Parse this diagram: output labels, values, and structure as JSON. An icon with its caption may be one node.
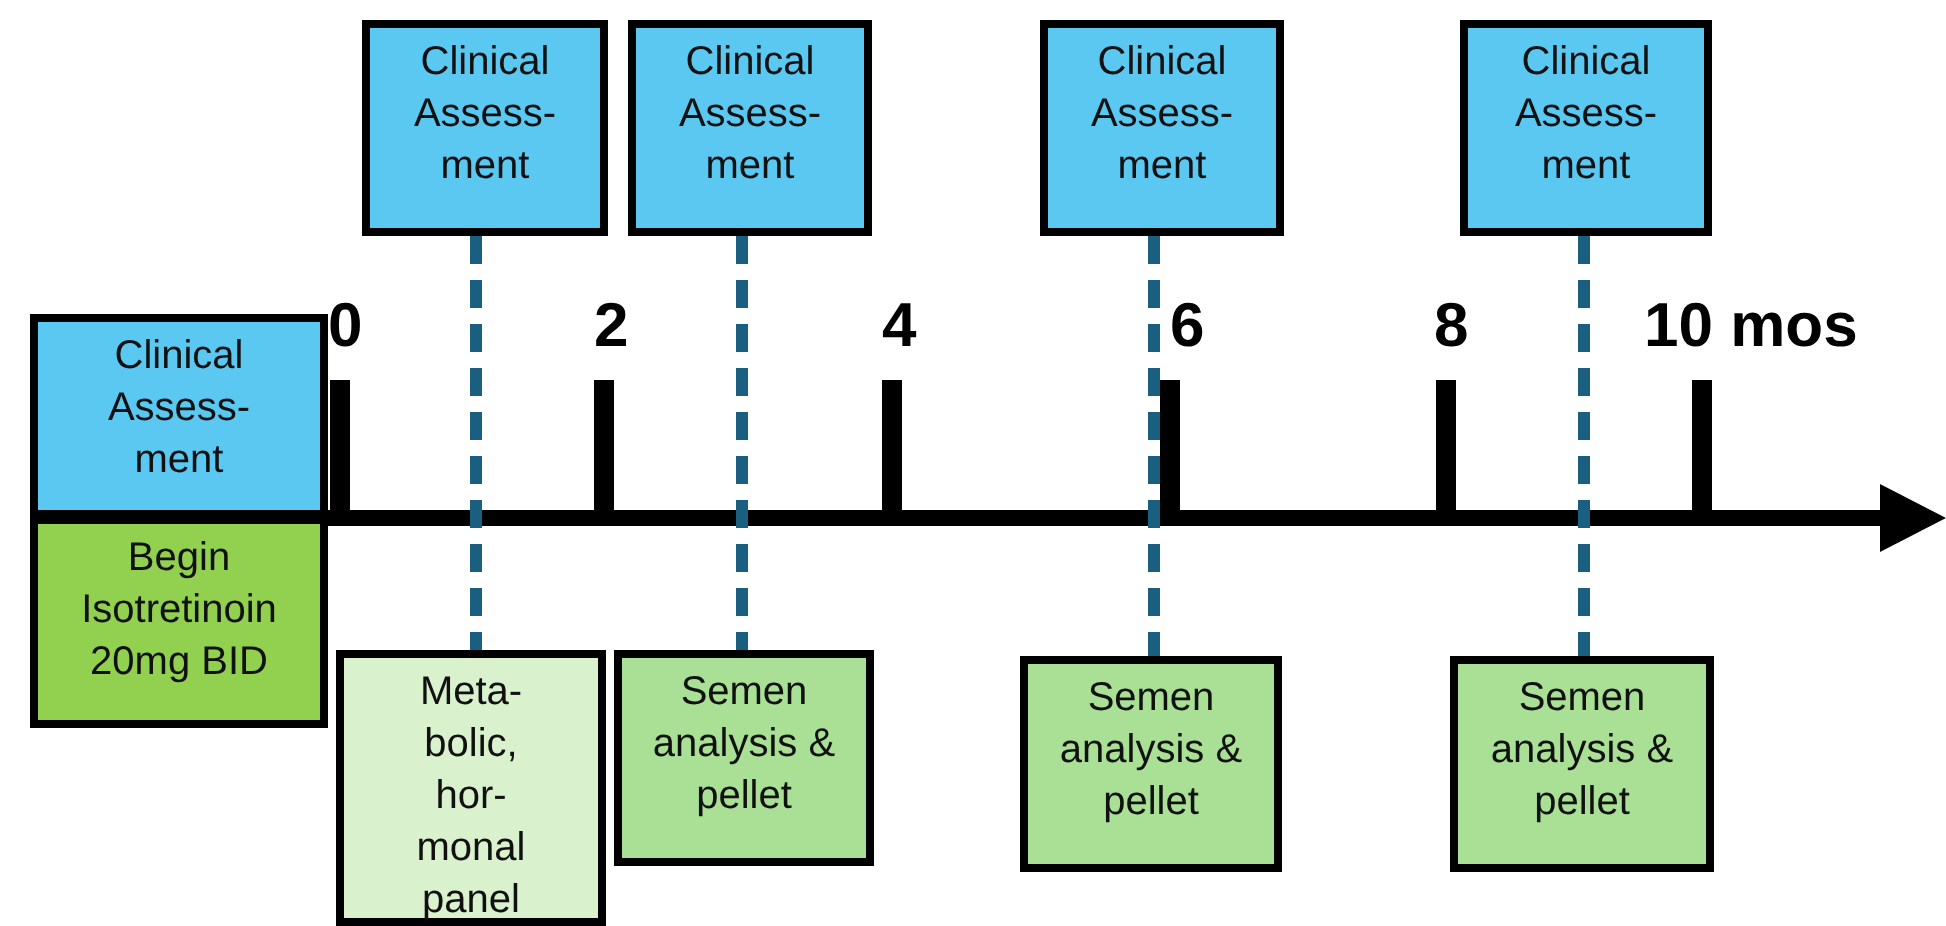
{
  "diagram": {
    "nodes": [
      {
        "text": [
          "Clinical Assess- ment"
        ]
      },
      {
        "text": [
          "Begin Isotretinoin 20mg BID"
        ]
      },
      {
        "text": [
          "Clinical Assess- ment"
        ]
      },
      {
        "text": [
          "Clinical Assess- ment"
        ]
      },
      {
        "text": [
          "Clinical Assess- ment"
        ]
      },
      {
        "text": [
          "Clinical Assess- ment"
        ]
      },
      {
        "text": [
          "Meta- bolic, hor- monal panel"
        ]
      },
      {
        "text": [
          "Semen analysis & pellet"
        ]
      },
      {
        "text": [
          "Semen analysis & pellet"
        ]
      },
      {
        "text": [
          "Semen analysis & pellet"
        ]
      }
    ],
    "edges": [
      {
        "from": 2,
        "to": 6,
        "arrow": "none",
        "style": "dashed",
        "color": "#1a5e80"
      },
      {
        "from": 3,
        "to": 7,
        "arrow": "none",
        "style": "dashed",
        "color": "#1a5e80"
      },
      {
        "from": 4,
        "to": 8,
        "arrow": "none",
        "style": "dashed",
        "color": "#1a5e80"
      },
      {
        "from": 5,
        "to": 9,
        "arrow": "none",
        "style": "dashed",
        "color": "#1a5e80"
      }
    ],
    "labels": [
      "0",
      "2",
      "4",
      "6",
      "8",
      "10 mos"
    ]
  }
}
